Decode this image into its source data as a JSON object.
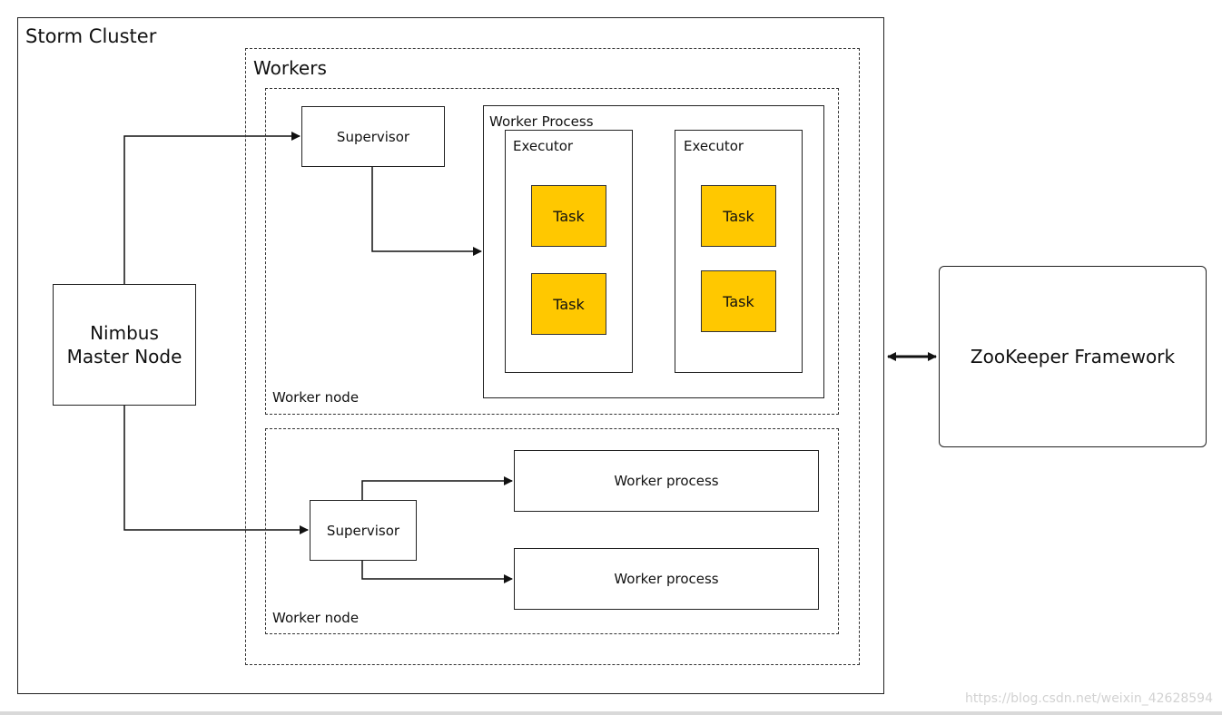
{
  "cluster": {
    "title": "Storm Cluster"
  },
  "workers": {
    "title": "Workers"
  },
  "nimbus": {
    "line1": "Nimbus",
    "line2": "Master Node"
  },
  "worker_node_1": {
    "label": "Worker node",
    "supervisor": "Supervisor",
    "worker_process": {
      "title": "Worker Process",
      "executors": [
        {
          "title": "Executor",
          "tasks": [
            "Task",
            "Task"
          ]
        },
        {
          "title": "Executor",
          "tasks": [
            "Task",
            "Task"
          ]
        }
      ]
    }
  },
  "worker_node_2": {
    "label": "Worker node",
    "supervisor": "Supervisor",
    "processes": [
      "Worker process",
      "Worker process"
    ]
  },
  "zookeeper": {
    "label": "ZooKeeper Framework"
  },
  "watermark": "https://blog.csdn.net/weixin_42628594",
  "colors": {
    "task_fill": "#ffc800",
    "line": "#111111"
  }
}
